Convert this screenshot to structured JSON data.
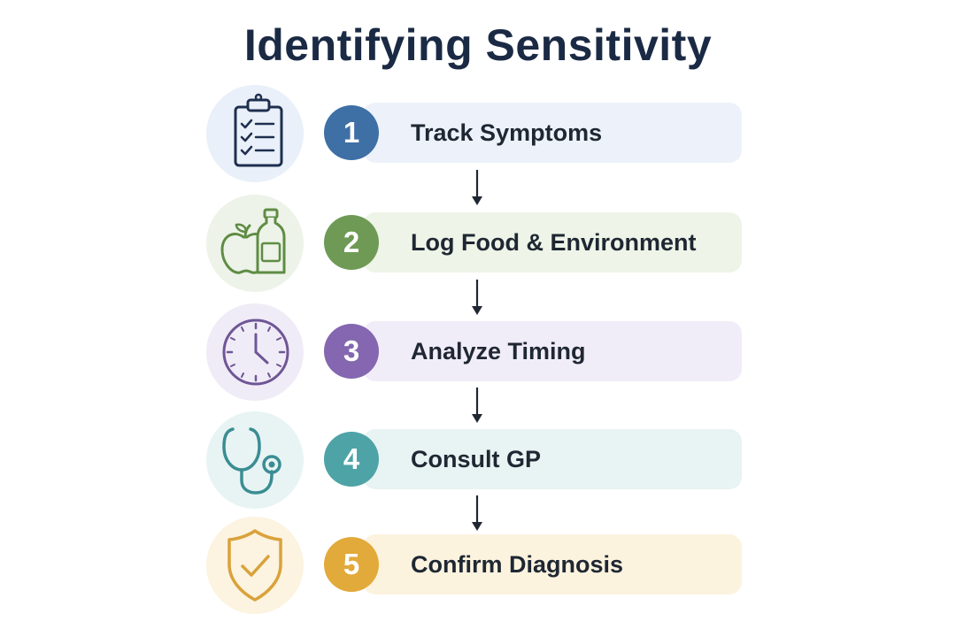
{
  "title": "Identifying Sensitivity",
  "steps": [
    {
      "number": "1",
      "label": "Track Symptoms",
      "icon": "clipboard-checklist-icon",
      "accent": "#3e6fa5",
      "pill_bg": "#edf2fa",
      "circle_bg": "#eaf0f9"
    },
    {
      "number": "2",
      "label": "Log Food & Environment",
      "icon": "apple-bottle-icon",
      "accent": "#6f9a55",
      "pill_bg": "#eef4e7",
      "circle_bg": "#edf3e8"
    },
    {
      "number": "3",
      "label": "Analyze Timing",
      "icon": "clock-icon",
      "accent": "#8467b0",
      "pill_bg": "#f1edf8",
      "circle_bg": "#f0ecf7"
    },
    {
      "number": "4",
      "label": "Consult GP",
      "icon": "stethoscope-icon",
      "accent": "#4ea3a7",
      "pill_bg": "#e8f3f3",
      "circle_bg": "#e8f4f4"
    },
    {
      "number": "5",
      "label": "Confirm Diagnosis",
      "icon": "shield-check-icon",
      "accent": "#e2aa3a",
      "pill_bg": "#fcf3df",
      "circle_bg": "#fcf3e0"
    }
  ],
  "colors": {
    "title": "#1b2a44",
    "arrow": "#1f2733",
    "icon_navy": "#1e2f4f",
    "icon_green": "#5f8c44",
    "icon_purple": "#6f5697",
    "icon_teal": "#3a8d93",
    "icon_gold": "#d9a23a"
  }
}
